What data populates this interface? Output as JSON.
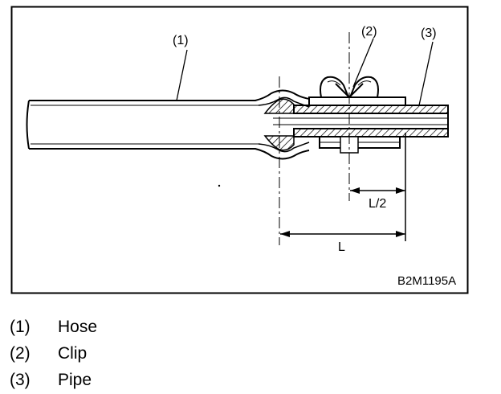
{
  "figure": {
    "callouts": {
      "hose": "(1)",
      "clip": "(2)",
      "pipe": "(3)"
    },
    "dimensions": {
      "half_length": "L/2",
      "length": "L"
    },
    "figure_code": "B2M1195A"
  },
  "legend": [
    {
      "num": "(1)",
      "text": "Hose"
    },
    {
      "num": "(2)",
      "text": "Clip"
    },
    {
      "num": "(3)",
      "text": "Pipe"
    }
  ]
}
